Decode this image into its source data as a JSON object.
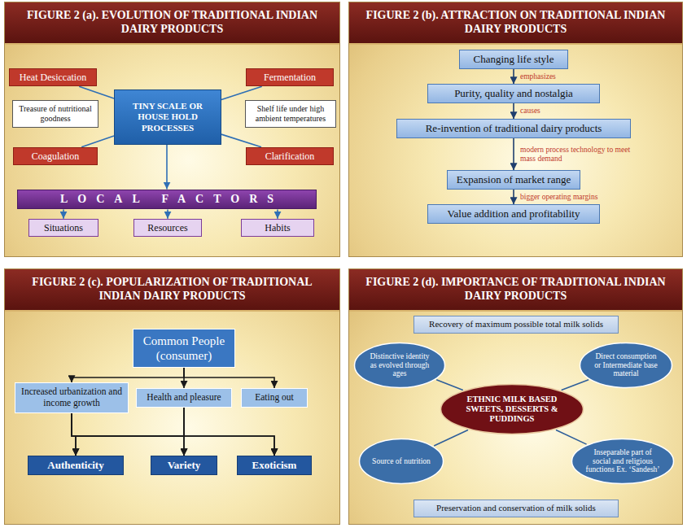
{
  "diagram": {
    "nodes": [
      {
        "text": [
          "FIGURE 2 (a). EVOLUTION OF TRADITIONAL INDIAN DAIRY PRODUCTS"
        ]
      },
      {
        "text": [
          "Heat Desiccation"
        ],
        "in": 0
      },
      {
        "text": [
          "Fermentation"
        ],
        "in": 0
      },
      {
        "text": [
          "TINY SCALE OR HOUSE HOLD PROCESSES"
        ],
        "in": 0
      },
      {
        "text": [
          "Treasure of nutritional goodness"
        ],
        "in": 0
      },
      {
        "text": [
          "Shelf life under high ambient temperatures"
        ],
        "in": 0
      },
      {
        "text": [
          "Coagulation"
        ],
        "in": 0
      },
      {
        "text": [
          "Clarification"
        ],
        "in": 0
      },
      {
        "text": [
          "LOCAL FACTORS"
        ],
        "in": 0
      },
      {
        "text": [
          "Situations"
        ],
        "in": 0
      },
      {
        "text": [
          "Resources"
        ],
        "in": 0
      },
      {
        "text": [
          "Habits"
        ],
        "in": 0
      },
      {
        "text": [
          "FIGURE 2 (b). ATTRACTION ON TRADITIONAL INDIAN DAIRY PRODUCTS"
        ]
      },
      {
        "text": [
          "Changing life style"
        ],
        "in": 12
      },
      {
        "text": [
          "Purity, quality and nostalgia"
        ],
        "in": 12
      },
      {
        "text": [
          "Re-invention of traditional dairy products"
        ],
        "in": 12
      },
      {
        "text": [
          "Expansion of market range"
        ],
        "in": 12
      },
      {
        "text": [
          "Value addition and profitability"
        ],
        "in": 12
      },
      {
        "text": [
          "FIGURE 2 (c). POPULARIZATION OF TRADITIONAL INDIAN DAIRY PRODUCTS"
        ]
      },
      {
        "text": [
          "Common People (consumer)"
        ],
        "in": 18
      },
      {
        "text": [
          "Increased urbanization and income growth"
        ],
        "in": 18
      },
      {
        "text": [
          "Health and pleasure"
        ],
        "in": 18
      },
      {
        "text": [
          "Eating out"
        ],
        "in": 18
      },
      {
        "text": [
          "Authenticity"
        ],
        "in": 18
      },
      {
        "text": [
          "Variety"
        ],
        "in": 18
      },
      {
        "text": [
          "Exoticism"
        ],
        "in": 18
      },
      {
        "text": [
          "FIGURE 2 (d). IMPORTANCE OF TRADITIONAL INDIAN DAIRY PRODUCTS"
        ]
      },
      {
        "text": [
          "Recovery of maximum possible total milk solids"
        ],
        "in": 26
      },
      {
        "text": [
          "Distinctive identity as evolved through ages"
        ],
        "in": 26
      },
      {
        "text": [
          "Direct consumption or Intermediate base material"
        ],
        "in": 26
      },
      {
        "text": [
          "ETHNIC MILK BASED SWEETS, DESSERTS & PUDDINGS"
        ],
        "in": 26
      },
      {
        "text": [
          "Source of nutrition"
        ],
        "in": 26
      },
      {
        "text": [
          "Inseparable part of social and religious functions Ex. ‘Sandesh’"
        ],
        "in": 26
      },
      {
        "text": [
          "Preservation and conservation of milk solids"
        ],
        "in": 26
      }
    ],
    "edges": [
      {
        "from": 3,
        "to": 1,
        "arrow": "none"
      },
      {
        "from": 3,
        "to": 2,
        "arrow": "none"
      },
      {
        "from": 3,
        "to": 6,
        "arrow": "none"
      },
      {
        "from": 3,
        "to": 7,
        "arrow": "none"
      },
      {
        "from": 3,
        "to": 8,
        "arrow": "to"
      },
      {
        "from": 8,
        "to": 9,
        "arrow": "to"
      },
      {
        "from": 8,
        "to": 10,
        "arrow": "to"
      },
      {
        "from": 8,
        "to": 11,
        "arrow": "to"
      },
      {
        "from": 13,
        "to": 14,
        "label": "emphasizes",
        "arrow": "to"
      },
      {
        "from": 14,
        "to": 15,
        "label": "causes",
        "arrow": "to"
      },
      {
        "from": 15,
        "to": 16,
        "label": "modern process technology to meet mass demand",
        "arrow": "to"
      },
      {
        "from": 16,
        "to": 17,
        "label": "bigger operating margins",
        "arrow": "to"
      },
      {
        "from": 19,
        "to": 20,
        "arrow": "to"
      },
      {
        "from": 19,
        "to": 21,
        "arrow": "to"
      },
      {
        "from": 19,
        "to": 22,
        "arrow": "to"
      },
      {
        "from": 20,
        "to": 23,
        "arrow": "to"
      },
      {
        "from": 20,
        "to": 24,
        "arrow": "to"
      },
      {
        "from": 20,
        "to": 25,
        "arrow": "to"
      },
      {
        "from": 21,
        "to": 23,
        "arrow": "to"
      },
      {
        "from": 21,
        "to": 24,
        "arrow": "to"
      },
      {
        "from": 21,
        "to": 25,
        "arrow": "to"
      },
      {
        "from": 30,
        "to": 28,
        "arrow": "none"
      },
      {
        "from": 30,
        "to": 29,
        "arrow": "none"
      },
      {
        "from": 30,
        "to": 31,
        "arrow": "none"
      },
      {
        "from": 30,
        "to": 32,
        "arrow": "none"
      }
    ]
  }
}
